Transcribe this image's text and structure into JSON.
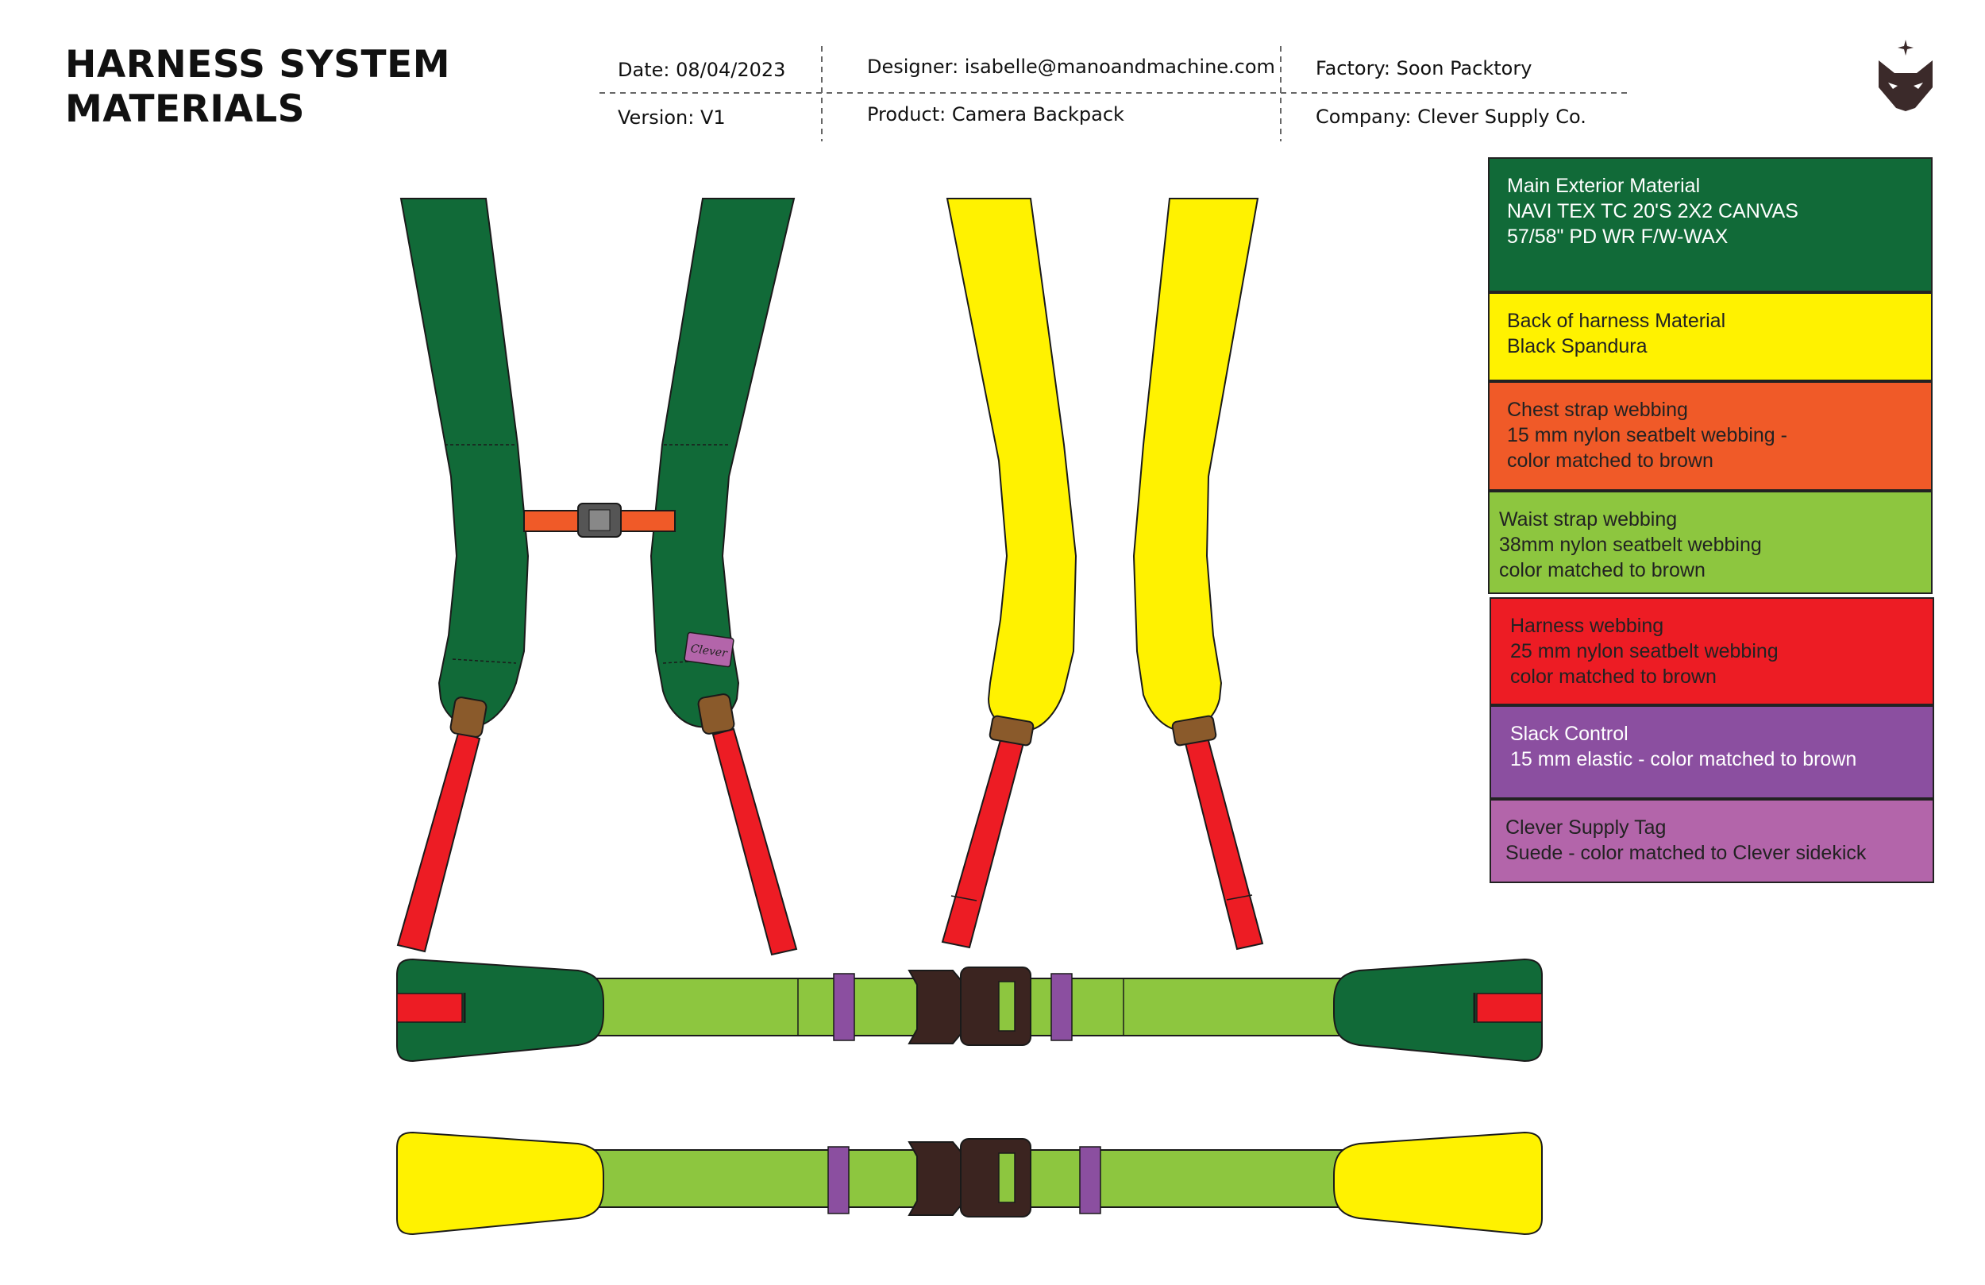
{
  "header": {
    "title_line1": "HARNESS SYSTEM",
    "title_line2": "MATERIALS",
    "date": "Date: 08/04/2023",
    "version": "Version: V1",
    "designer": "Designer: isabelle@manoandmachine.com",
    "product": "Product: Camera Backpack",
    "factory": "Factory: Soon Packtory",
    "company": "Company: Clever Supply Co."
  },
  "logo": {
    "icon": "fox-head-logo",
    "color": "#3b2a2a",
    "star_color": "#3b2a2a"
  },
  "tag_label": "Clever",
  "colors": {
    "main_exterior": "#116a38",
    "back_harness": "#fff200",
    "chest_strap": "#f05a28",
    "waist_strap": "#8dc63f",
    "harness_webbing": "#ed1c24",
    "slack_control": "#8b4fa0",
    "tag": "#b365aa",
    "buckle": "#3b2420",
    "hardware_bronze": "#8a5a2b",
    "outline": "#1a1a1a"
  },
  "legend": [
    {
      "lines": [
        "Main Exterior Material",
        "NAVI TEX  TC 20'S 2X2 CANVAS",
        "57/58\" PD WR F/W-WAX"
      ],
      "color": "#116a38",
      "text_color": "#ffffff"
    },
    {
      "lines": [
        "Back of harness Material",
        "Black Spandura"
      ],
      "color": "#fff200",
      "text_color": "#222222"
    },
    {
      "lines": [
        "Chest strap webbing",
        "15 mm nylon seatbelt webbing -",
        "color matched to brown"
      ],
      "color": "#f05a28",
      "text_color": "#222222"
    },
    {
      "lines": [
        "Waist strap webbing",
        "38mm nylon seatbelt webbing",
        "color matched to brown"
      ],
      "color": "#8dc63f",
      "text_color": "#222222"
    },
    {
      "lines": [
        "Harness webbing",
        "25 mm nylon seatbelt webbing",
        "color matched to brown"
      ],
      "color": "#ed1c24",
      "text_color": "#222222"
    },
    {
      "lines": [
        "Slack Control",
        "15 mm elastic - color matched to brown"
      ],
      "color": "#8b4fa0",
      "text_color": "#ffffff"
    },
    {
      "lines": [
        "Clever Supply Tag",
        "Suede - color matched to Clever sidekick"
      ],
      "color": "#b365aa",
      "text_color": "#222222"
    }
  ]
}
